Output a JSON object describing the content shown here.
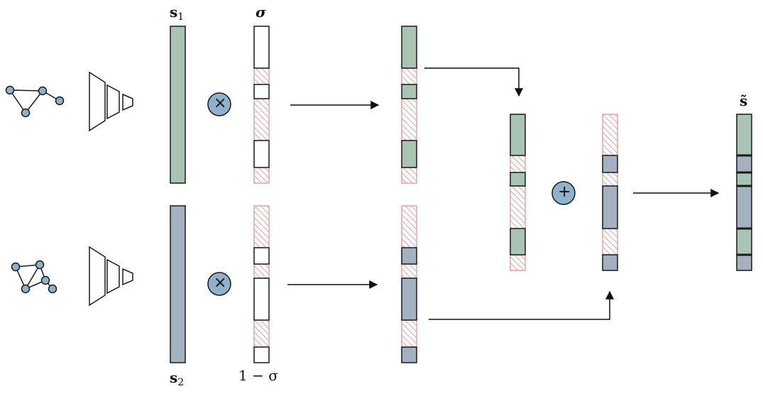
{
  "labels": {
    "s1_main": "s",
    "s1_sub": "1",
    "s2_main": "s",
    "s2_sub": "2",
    "sigma": "σ",
    "one_minus_sigma": "1 − σ",
    "s_tilde": "s̃"
  },
  "operators": {
    "multiply": "×",
    "add": "+"
  },
  "colors": {
    "green": "#a9c4b3",
    "blue": "#a3b1c0",
    "node": "#8fb1cb",
    "hatch": "#e2a3a6",
    "stroke": "#1a1a1a"
  },
  "icons": {
    "graph": "graph-icon",
    "encoder": "encoder-icon"
  }
}
